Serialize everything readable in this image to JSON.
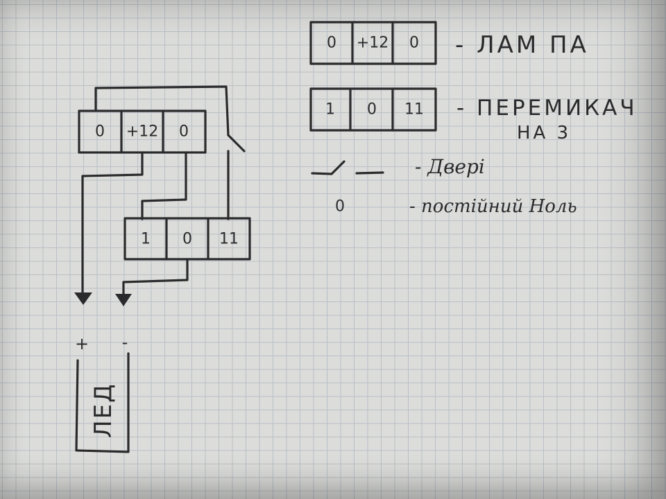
{
  "circuit": {
    "lamp_cells": [
      "0",
      "+12",
      "0"
    ],
    "switch_cells": [
      "1",
      "0",
      "11"
    ],
    "plus_sign": "+",
    "minus_sign": "-",
    "led_label": "ЛЕД"
  },
  "legend": {
    "lamp_cells": [
      "0",
      "+12",
      "0"
    ],
    "lamp_label": "- ЛАМ ПА",
    "switch_cells": [
      "1",
      "0",
      "11"
    ],
    "switch_label_line1": "- ПЕРЕМИКАЧ",
    "switch_label_line2": "НА 3",
    "door_label": "- Двері",
    "zero_symbol": "0",
    "zero_label": "- постійний Ноль"
  },
  "colors": {
    "paper": "#dcdcda",
    "grid": "#b9c0c6",
    "ink": "#2a2a2c"
  }
}
